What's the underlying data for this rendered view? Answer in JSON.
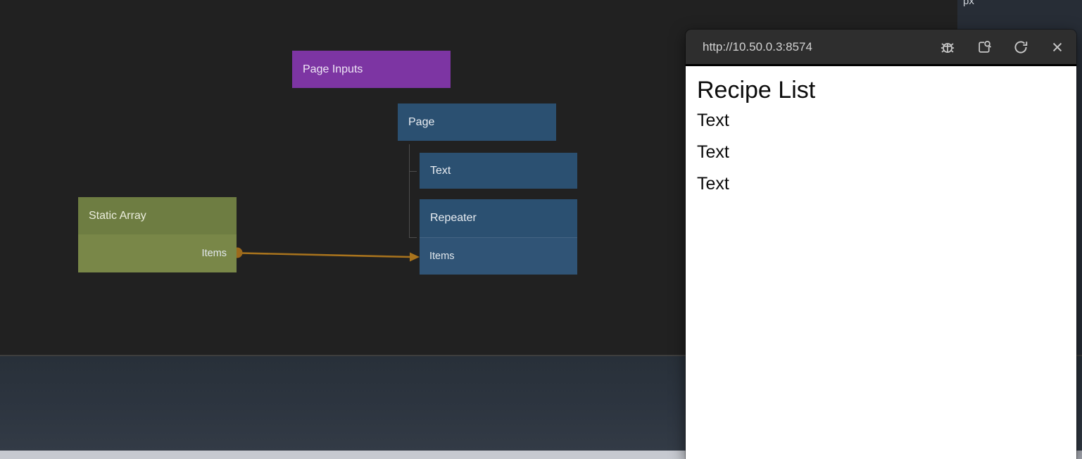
{
  "editor": {
    "unit_label": "px",
    "nodes": {
      "page_inputs": {
        "label": "Page Inputs",
        "color": "#7d35a3"
      },
      "page": {
        "label": "Page",
        "color": "#2b5071"
      },
      "text": {
        "label": "Text",
        "color": "#2b5071"
      },
      "repeater": {
        "label": "Repeater",
        "port_label": "Items",
        "color": "#2b5071"
      },
      "static_array": {
        "label": "Static Array",
        "port_label": "Items",
        "color": "#6e7d42"
      }
    },
    "connection": {
      "color": "#a8731d"
    }
  },
  "preview_window": {
    "url": "http://10.50.0.3:8574",
    "toolbar_icons": [
      "debug-icon",
      "inspect-icon",
      "refresh-icon",
      "close-icon"
    ],
    "page": {
      "title": "Recipe List",
      "items": [
        "Text",
        "Text",
        "Text"
      ]
    }
  }
}
